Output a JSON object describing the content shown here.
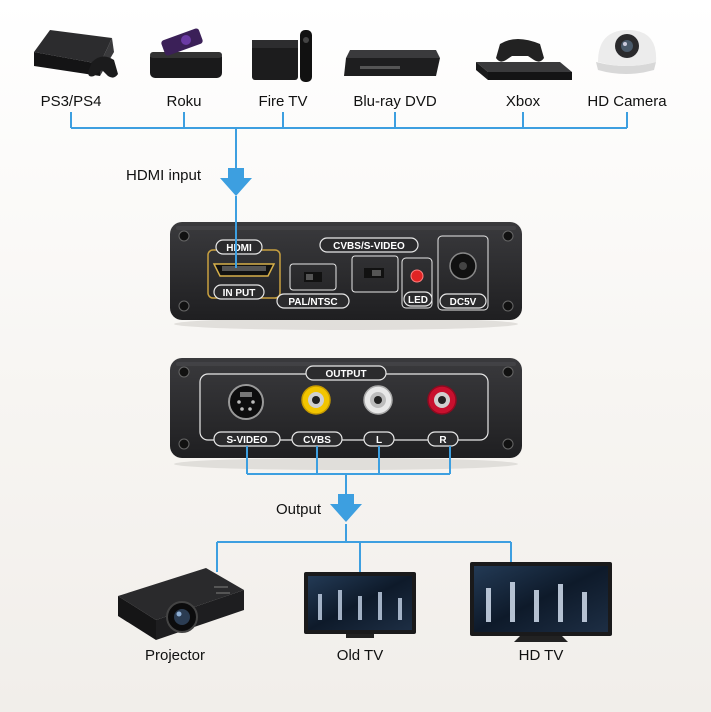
{
  "sources": [
    {
      "label": "PS3/PS4",
      "icon": "ps3-console-icon"
    },
    {
      "label": "Roku",
      "icon": "roku-player-icon"
    },
    {
      "label": "Fire TV",
      "icon": "fire-tv-icon"
    },
    {
      "label": "Blu-ray DVD",
      "icon": "bluray-player-icon"
    },
    {
      "label": "Xbox",
      "icon": "xbox-console-icon"
    },
    {
      "label": "HD Camera",
      "icon": "dome-camera-icon"
    }
  ],
  "input_label": "HDMI input",
  "output_label": "Output",
  "front_panel": {
    "hdmi_top": "HDMI",
    "hdmi_bottom": "IN PUT",
    "pal_ntsc": "PAL/NTSC",
    "cvbs_svideo": "CVBS/S-VIDEO",
    "led": "LED",
    "dc": "DC5V"
  },
  "back_panel": {
    "output": "OUTPUT",
    "svideo": "S-VIDEO",
    "cvbs": "CVBS",
    "left": "L",
    "right": "R"
  },
  "destinations": [
    {
      "label": "Projector",
      "icon": "projector-icon"
    },
    {
      "label": "Old TV",
      "icon": "old-tv-icon"
    },
    {
      "label": "HD TV",
      "icon": "hd-tv-icon"
    }
  ],
  "colors": {
    "line": "#3d9fe0",
    "device": "#2b2b2d",
    "panel_line": "#e8e8e8",
    "led": "#e02424",
    "rca_yellow": "#f2c500",
    "rca_white": "#e8e8e8",
    "rca_red": "#c8102e"
  }
}
